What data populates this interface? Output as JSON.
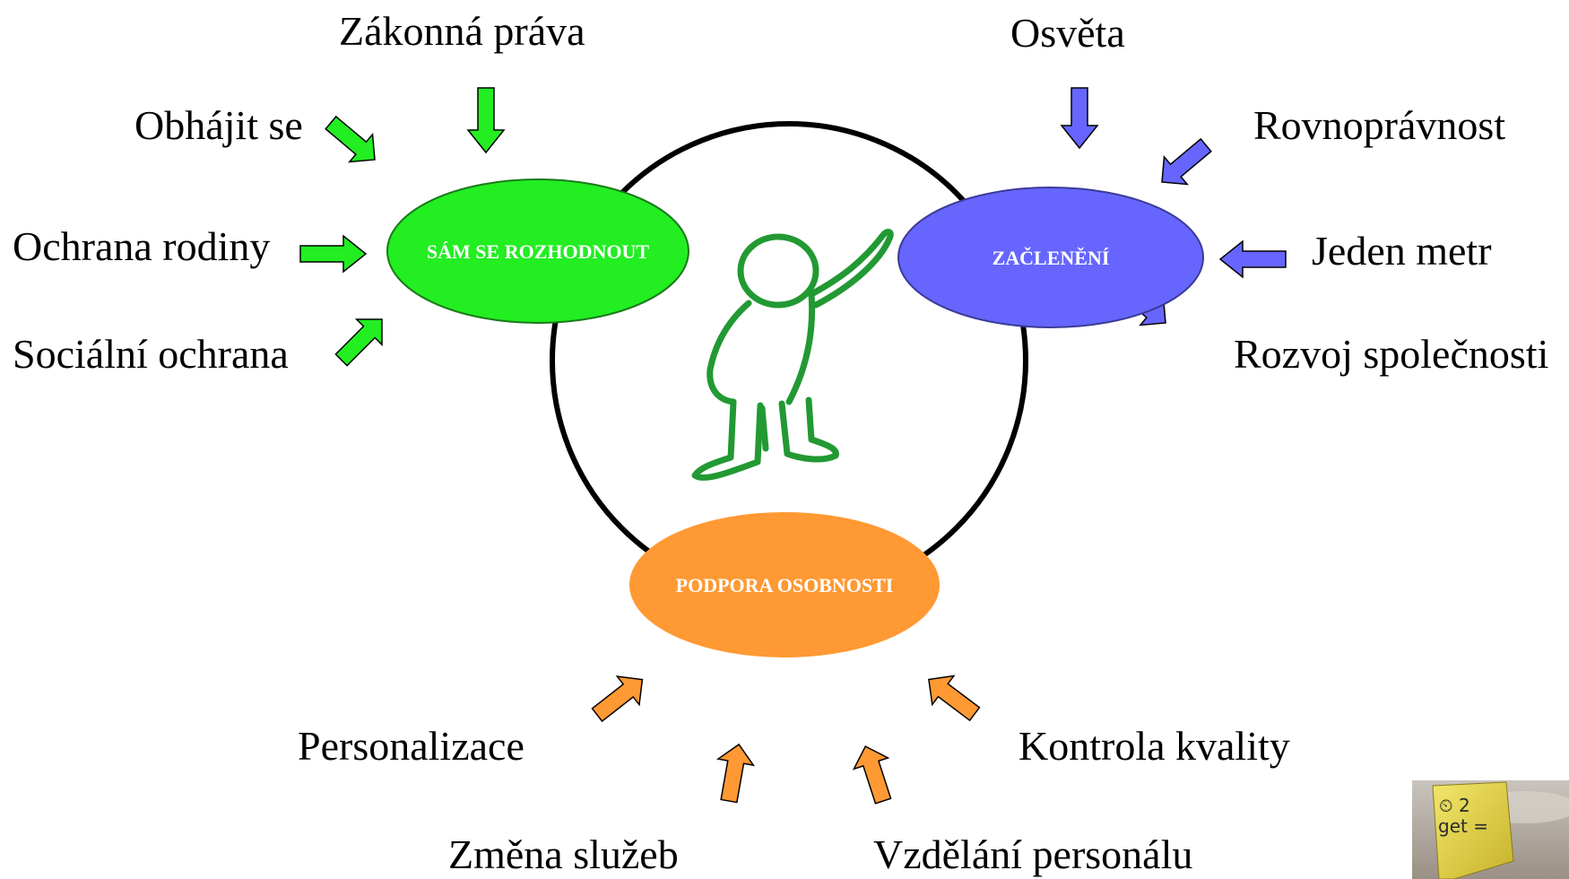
{
  "diagram": {
    "colors": {
      "green": "#22EE22",
      "blue": "#6666FF",
      "orange": "#FF9933",
      "ring": "#000000",
      "figure": "#229933"
    },
    "bubbles": {
      "decide": {
        "label": "SÁM SE ROZHODNOUT"
      },
      "inclusion": {
        "label": "ZAČLENĚNÍ"
      },
      "personality": {
        "label": "PODPORA OSOBNOSTI"
      }
    },
    "decide_items": {
      "legal_rights": "Zákonná práva",
      "self_advocacy": "Obhájit se",
      "family_protection": "Ochrana rodiny",
      "social_protection": "Sociální ochrana"
    },
    "inclusion_items": {
      "awareness": "Osvěta",
      "equality": "Rovnoprávnost",
      "one_metre": "Jeden metr",
      "community_development": "Rozvoj společnosti"
    },
    "personality_items": {
      "personalization": "Personalizace",
      "quality_control": "Kontrola kvality",
      "service_change": "Změna služeb",
      "staff_training": "Vzdělání personálu"
    },
    "photo": {
      "caption_line1": "⏲ 2",
      "caption_line2": "get ="
    }
  }
}
